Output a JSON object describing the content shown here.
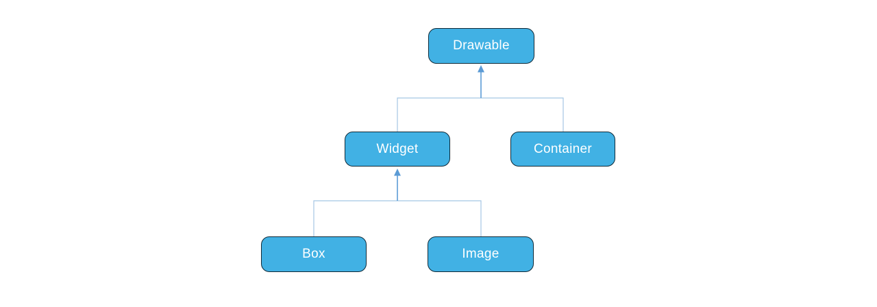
{
  "diagram": {
    "type": "tree-hierarchy",
    "nodes": [
      {
        "id": "drawable",
        "label": "Drawable",
        "level": 0,
        "parent": null
      },
      {
        "id": "widget",
        "label": "Widget",
        "level": 1,
        "parent": "drawable"
      },
      {
        "id": "container",
        "label": "Container",
        "level": 1,
        "parent": "drawable"
      },
      {
        "id": "box",
        "label": "Box",
        "level": 2,
        "parent": "widget"
      },
      {
        "id": "image",
        "label": "Image",
        "level": 2,
        "parent": "widget"
      }
    ],
    "edges": [
      {
        "from": "widget",
        "to": "drawable",
        "style": "elbow-up-arrow"
      },
      {
        "from": "container",
        "to": "drawable",
        "style": "elbow-up-arrow"
      },
      {
        "from": "box",
        "to": "widget",
        "style": "elbow-up-arrow"
      },
      {
        "from": "image",
        "to": "widget",
        "style": "elbow-up-arrow"
      }
    ]
  },
  "colors": {
    "background": "#ffffff",
    "node_fill": "#41b1e4",
    "node_border": "#0e2836",
    "node_text": "#ffffff",
    "connector_line": "#a5c6e4",
    "arrow_line": "#5b9bd5"
  }
}
